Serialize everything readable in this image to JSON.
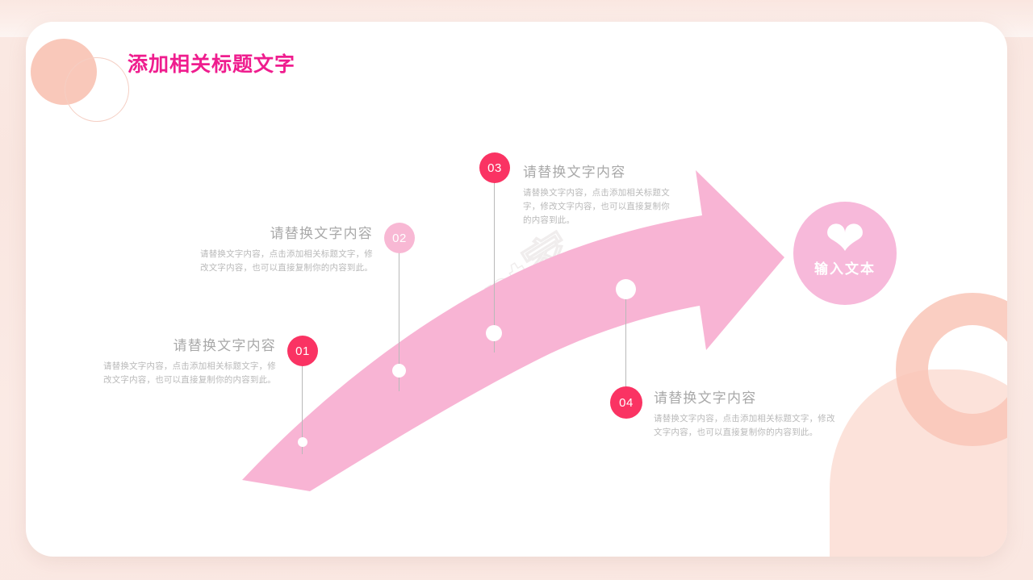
{
  "slide": {
    "title": "添加相关标题文字",
    "title_color": "#ef1d8e",
    "watermark": "ppt家园",
    "background_color": "#f9e6e0",
    "card_color": "#ffffff"
  },
  "arrow": {
    "color": "#f8b4d4",
    "end_marker": {
      "label": "输入文本",
      "icon": "heart-icon",
      "circle_color": "#f7b9da",
      "text_color": "#ffffff"
    }
  },
  "items": [
    {
      "number": "01",
      "badge_color": "#fa3363",
      "heading": "请替换文字内容",
      "body": "请替换文字内容，点击添加相关标题文字，修改文字内容，也可以直接复制你的内容到此。",
      "align": "right"
    },
    {
      "number": "02",
      "badge_color": "#f8b8d4",
      "heading": "请替换文字内容",
      "body": "请替换文字内容，点击添加相关标题文字，修改文字内容，也可以直接复制你的内容到此。",
      "align": "right"
    },
    {
      "number": "03",
      "badge_color": "#fa3363",
      "heading": "请替换文字内容",
      "body": "请替换文字内容，点击添加相关标题文字，修改文字内容，也可以直接复制你的内容到此。",
      "align": "left"
    },
    {
      "number": "04",
      "badge_color": "#fa3363",
      "heading": "请替换文字内容",
      "body": "请替换文字内容，点击添加相关标题文字，修改文字内容，也可以直接复制你的内容到此。",
      "align": "left"
    }
  ],
  "decor": {
    "solid_circle_color": "#f8c3b4",
    "outline_circle_color": "#f5cfc4",
    "ring_color": "#f9c6b7",
    "blob_color": "#fbddd4"
  }
}
